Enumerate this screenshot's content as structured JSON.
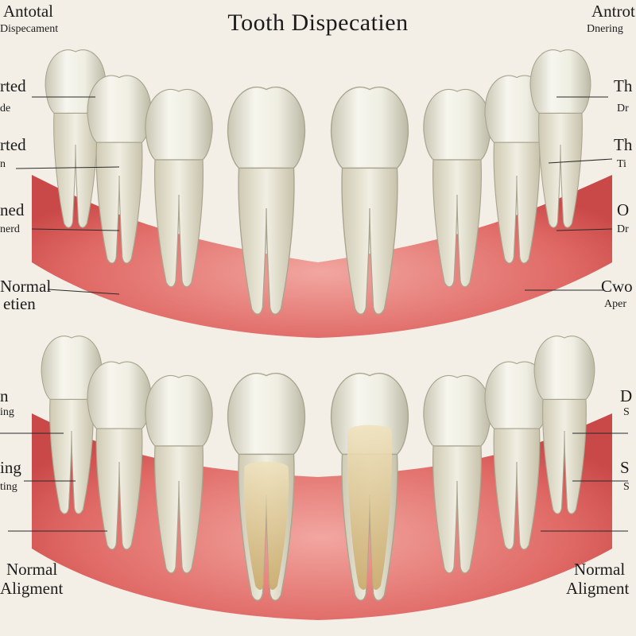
{
  "title": "Tooth Dispecatien",
  "colors": {
    "background": "#f3efe6",
    "gum": "#e06a66",
    "gum_dark": "#c94848",
    "enamel": "#efeee2",
    "enamel_shade": "#c9c6b3",
    "dentin": "#d8c49a"
  },
  "labels": {
    "left": [
      {
        "line1": "Antotal",
        "line2": "Dispecament"
      },
      {
        "line1": "rted",
        "line2": "de"
      },
      {
        "line1": "rted",
        "line2": "n"
      },
      {
        "line1": "ned",
        "line2": "nerd"
      },
      {
        "line1": "Normal",
        "line2": "etien"
      },
      {
        "line1": "n",
        "line2": "ing"
      },
      {
        "line1": "ing",
        "line2": "ting"
      },
      {
        "line1": "Normal",
        "line2": "Aligment"
      }
    ],
    "right": [
      {
        "line1": "Antrot",
        "line2": "Dnering"
      },
      {
        "line1": "Th",
        "line2": "Dr"
      },
      {
        "line1": "Th",
        "line2": "Ti"
      },
      {
        "line1": "O",
        "line2": "Dr"
      },
      {
        "line1": "Cwo",
        "line2": "Aper"
      },
      {
        "line1": "D",
        "line2": "S"
      },
      {
        "line1": "S",
        "line2": "S"
      },
      {
        "line1": "Normal",
        "line2": "Aligment"
      }
    ]
  }
}
